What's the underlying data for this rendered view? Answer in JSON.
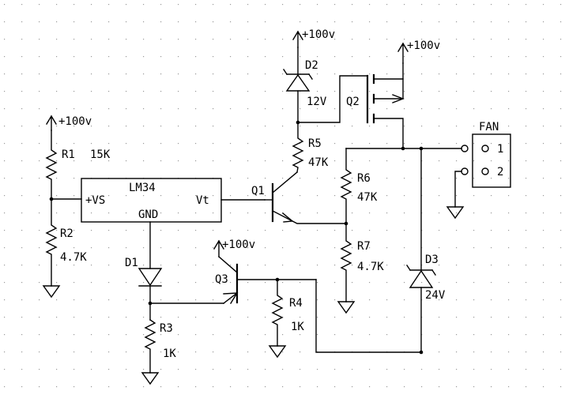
{
  "supply": {
    "label": "+100v"
  },
  "ic": {
    "name": "LM34",
    "pin_vs": "+VS",
    "pin_gnd": "GND",
    "pin_vt": "Vt"
  },
  "r1": {
    "ref": "R1",
    "value": "15K"
  },
  "r2": {
    "ref": "R2",
    "value": "4.7K"
  },
  "r3": {
    "ref": "R3",
    "value": "1K"
  },
  "r4": {
    "ref": "R4",
    "value": "1K"
  },
  "r5": {
    "ref": "R5",
    "value": "47K"
  },
  "r6": {
    "ref": "R6",
    "value": "47K"
  },
  "r7": {
    "ref": "R7",
    "value": "4.7K"
  },
  "d1": {
    "ref": "D1"
  },
  "d2": {
    "ref": "D2",
    "value": "12V"
  },
  "d3": {
    "ref": "D3",
    "value": "24V"
  },
  "q1": {
    "ref": "Q1"
  },
  "q2": {
    "ref": "Q2"
  },
  "q3": {
    "ref": "Q3"
  },
  "fan": {
    "label": "FAN",
    "pin1": "1",
    "pin2": "2"
  }
}
